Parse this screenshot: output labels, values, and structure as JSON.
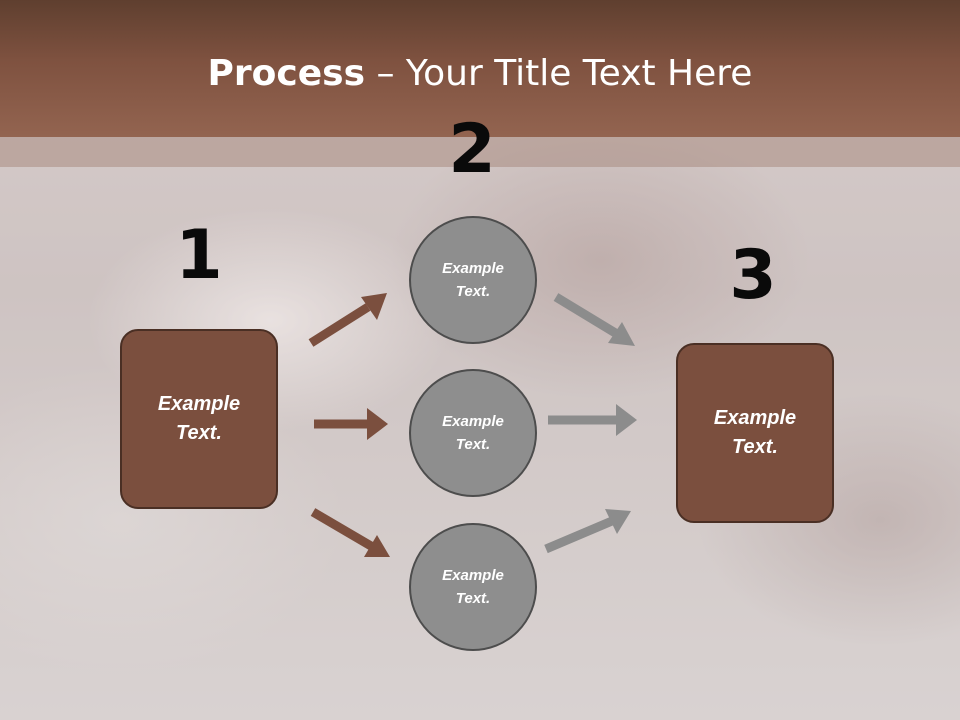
{
  "title": {
    "bold": "Process",
    "rest": " – Your Title Text Here"
  },
  "steps": {
    "one": "1",
    "two": "2",
    "three": "3"
  },
  "left_box": {
    "text": "Example Text."
  },
  "right_box": {
    "text": "Example Text."
  },
  "circles": [
    {
      "text": "Example Text."
    },
    {
      "text": "Example Text."
    },
    {
      "text": "Example Text."
    }
  ],
  "colors": {
    "header": "#7f5240",
    "box_fill": "#7b4f3e",
    "circle_fill": "#8e8e8e",
    "arrow_brown": "#7b4f3e",
    "arrow_gray": "#8c8c8c"
  }
}
